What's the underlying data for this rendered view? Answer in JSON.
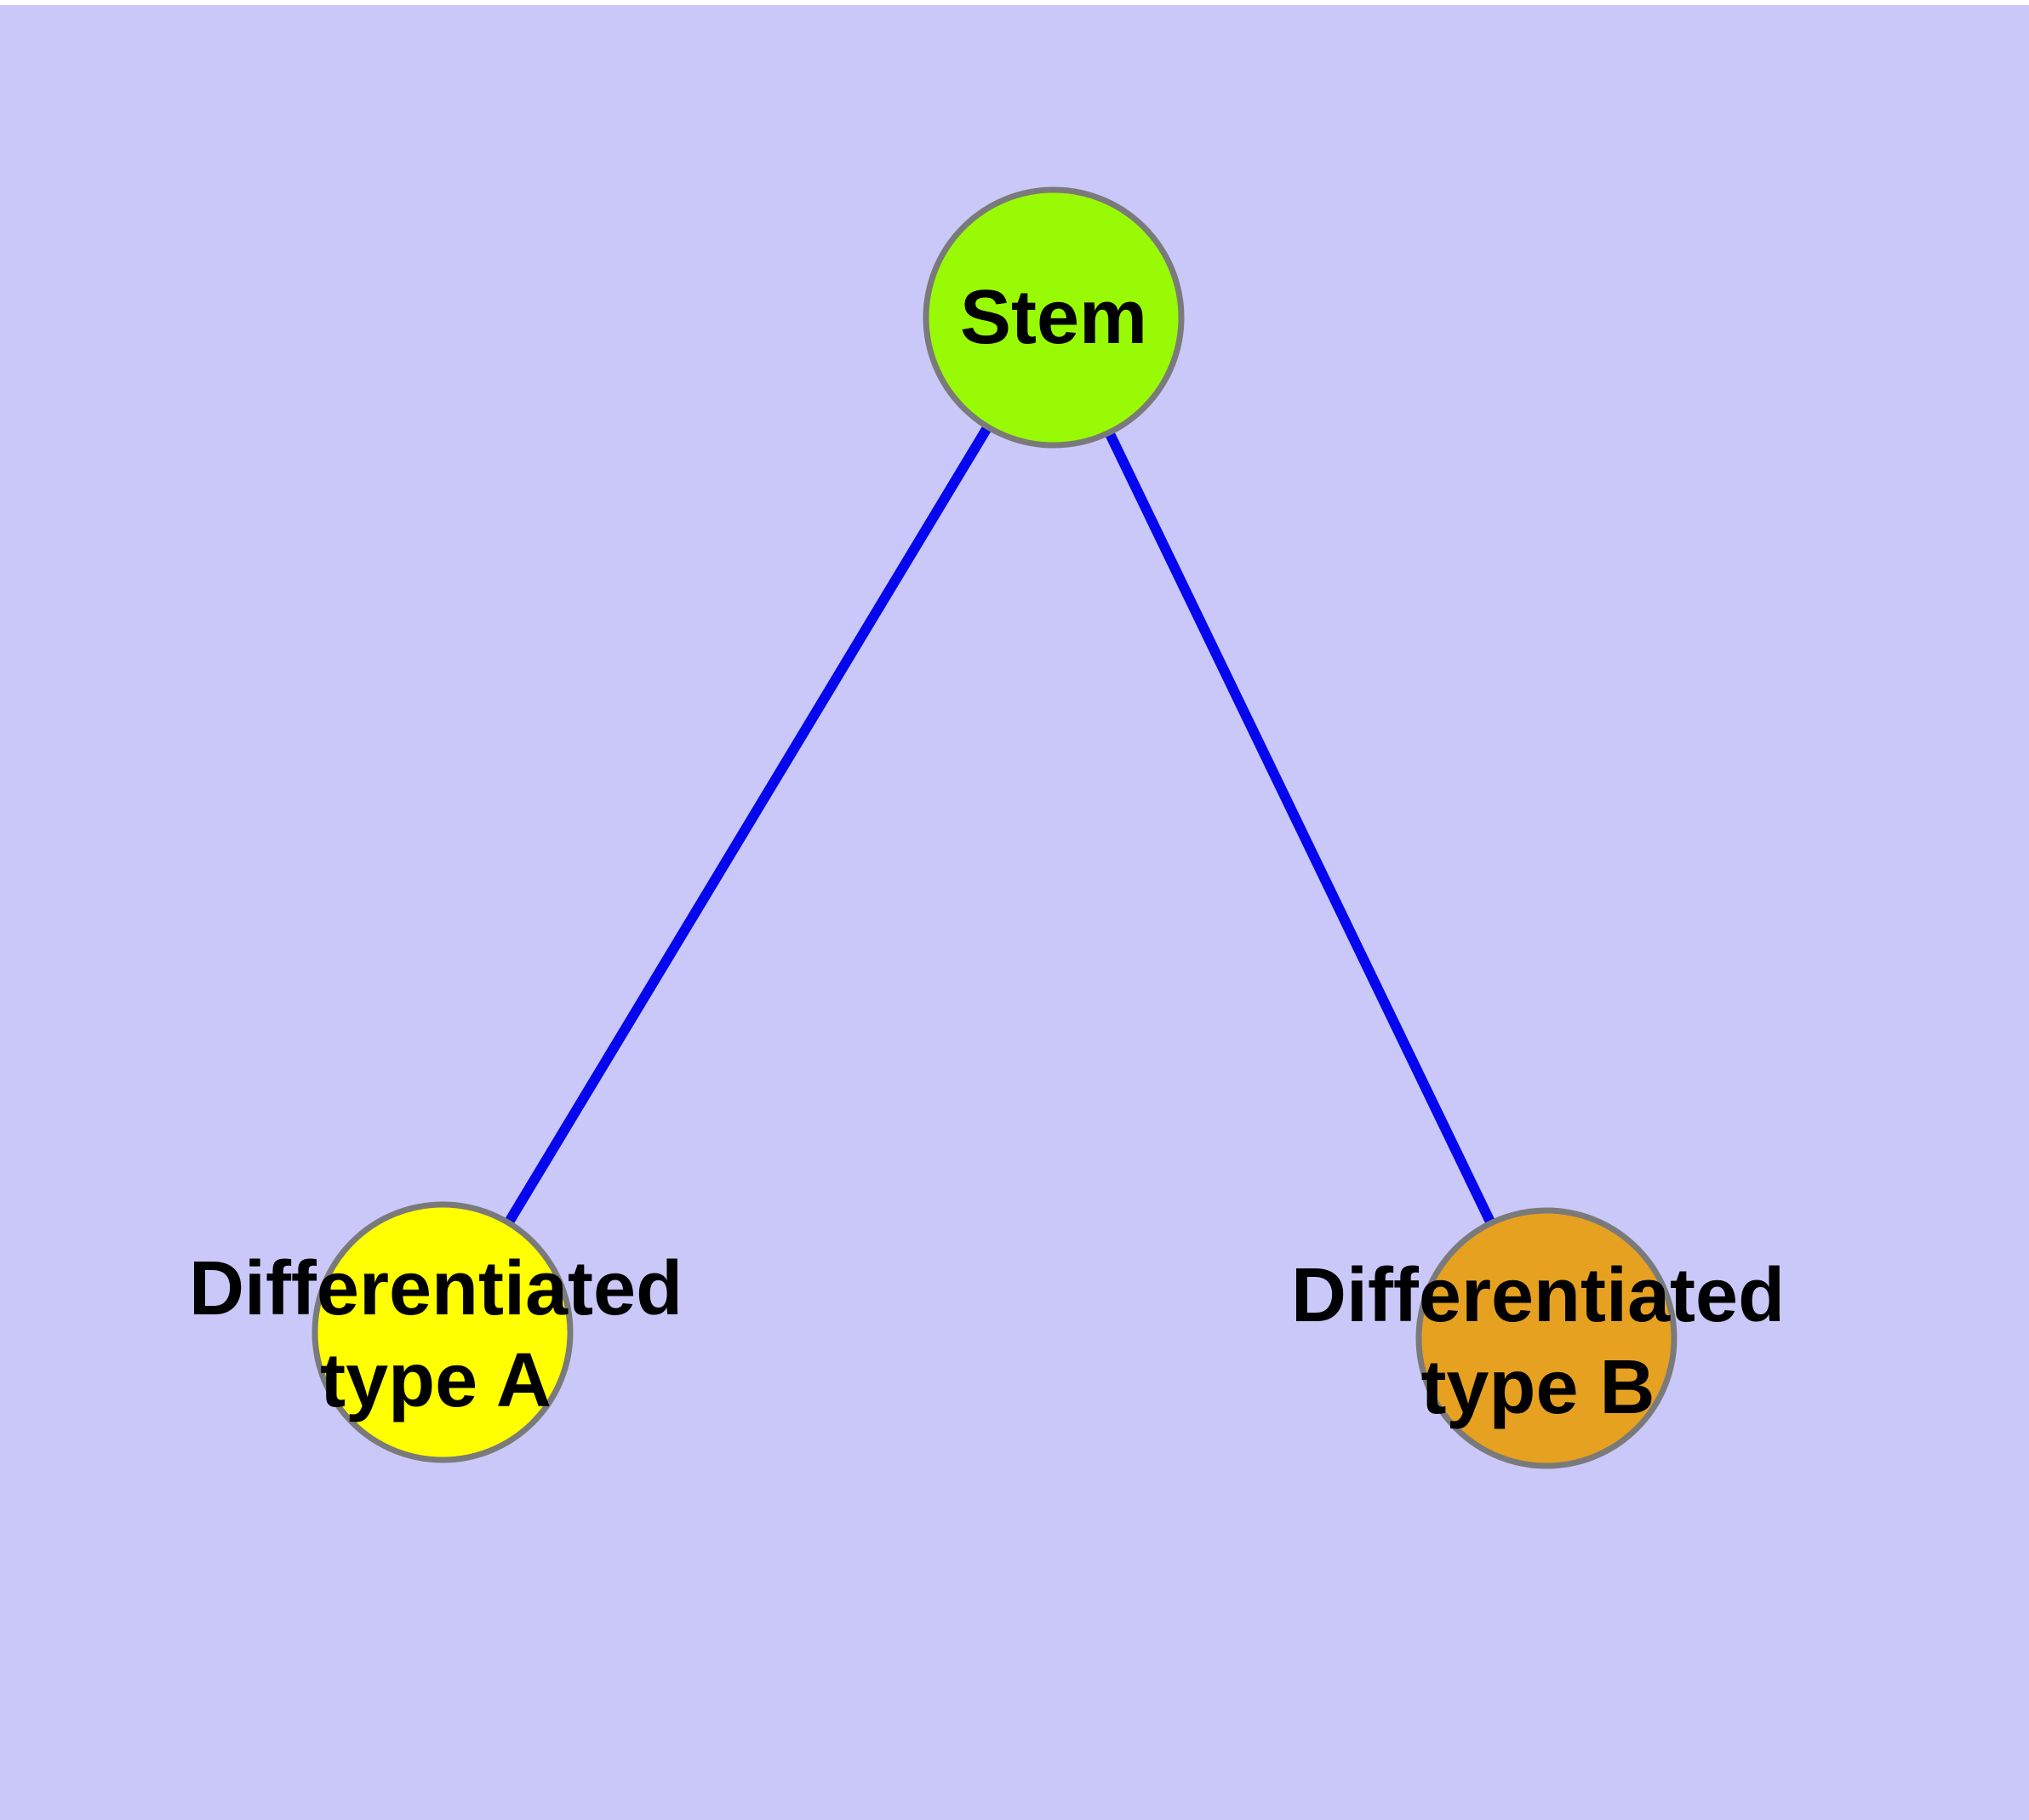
{
  "diagram": {
    "background": "#C9C8F8",
    "top_strip_color": "#FFFFFF",
    "edge_color": "#0505EE",
    "node_border_color": "#7A7A7A",
    "text_color": "#000000",
    "nodes": [
      {
        "id": "stem",
        "label": "Stem",
        "line1": "Stem",
        "line2": "",
        "fill": "#99FA05"
      },
      {
        "id": "diff-a",
        "label": "Differentiated type A",
        "line1": "Differentiated",
        "line2": "type A",
        "fill": "#FFFF00"
      },
      {
        "id": "diff-b",
        "label": "Differentiated type B",
        "line1": "Differentiated",
        "line2": "type B",
        "fill": "#E6A121"
      }
    ],
    "edges": [
      {
        "from": "stem",
        "to": "diff-a"
      },
      {
        "from": "stem",
        "to": "diff-b"
      }
    ]
  }
}
